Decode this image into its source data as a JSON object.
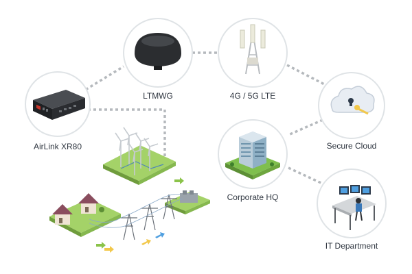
{
  "nodes": {
    "airlink": {
      "label": "AirLink XR80"
    },
    "ltmwg": {
      "label": "LTMWG"
    },
    "lte": {
      "label": "4G / 5G LTE"
    },
    "cloud": {
      "label": "Secure Cloud"
    },
    "hq": {
      "label": "Corporate HQ"
    },
    "it": {
      "label": "IT Department"
    }
  },
  "colors": {
    "connector": "#b5b9bd",
    "circle_stroke": "#dfe3e6",
    "label": "#2f3640",
    "grass": "#9fcf62",
    "flow_arrow_green": "#8bc34a",
    "flow_arrow_blue": "#4f9fe0",
    "flow_arrow_yellow": "#f2c84b"
  },
  "icons": {
    "airlink": "router-icon",
    "ltmwg": "antenna-icon",
    "lte": "cell-tower-icon",
    "cloud": "cloud-lock-icon",
    "hq": "office-building-icon",
    "it": "workstation-icon"
  }
}
